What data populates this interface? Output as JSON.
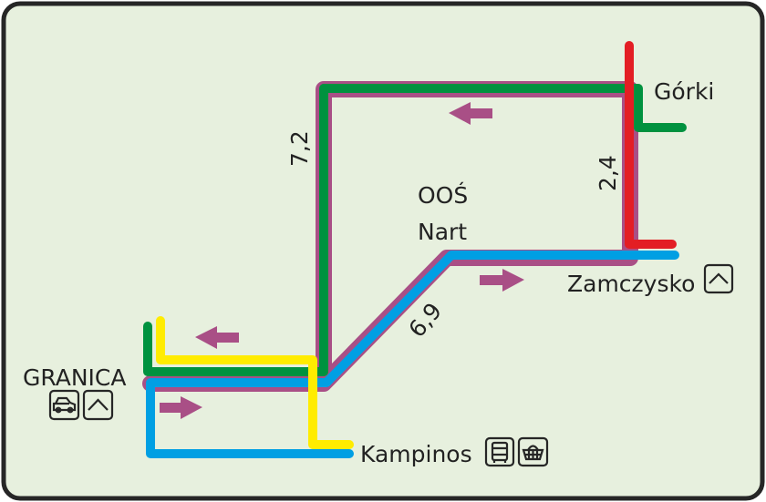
{
  "colors": {
    "background": "#e7f0de",
    "border": "#262626",
    "purple": "#a94f86",
    "green": "#00923f",
    "blue": "#009fe3",
    "yellow": "#ffec00",
    "red": "#e31e24"
  },
  "places": {
    "granica": "GRANICA",
    "kampinos": "Kampinos",
    "gorki": "Górki",
    "zamczysko": "Zamczysko",
    "oos": "OOŚ",
    "nart": "Nart"
  },
  "distances": {
    "left": "7,2",
    "diagonal": "6,9",
    "right": "2,4"
  },
  "icons": {
    "granica": [
      "car-icon",
      "shelter-icon"
    ],
    "kampinos": [
      "bus-icon",
      "shop-basket-icon"
    ],
    "zamczysko": [
      "shelter-icon"
    ]
  }
}
